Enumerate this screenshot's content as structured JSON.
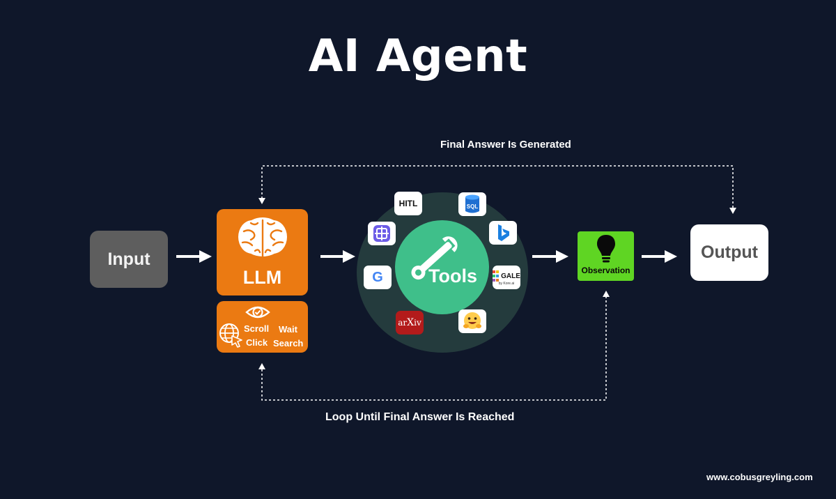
{
  "title": "AI Agent",
  "loop_top_label": "Final Answer Is Generated",
  "loop_bottom_label": "Loop Until Final Answer Is Reached",
  "input_label": "Input",
  "llm_label": "LLM",
  "actions": {
    "scroll": "Scroll",
    "wait": "Wait",
    "click": "Click",
    "search": "Search"
  },
  "tools": {
    "label": "Tools",
    "items": {
      "hitl": "HITL",
      "sql": "SQL",
      "gale": "GALE",
      "gale_sub": "by Kore.ai",
      "arxiv_a": "ar",
      "arxiv_x": "X",
      "arxiv_iv": "iv",
      "google": "G"
    }
  },
  "observation_label": "Observation",
  "output_label": "Output",
  "website": "www.cobusgreyling.com",
  "colors": {
    "background": "#0f172a",
    "llm": "#eb7a12",
    "tools_outer": "#243b3d",
    "tools_inner": "#3fbf8a",
    "observation": "#5fd523",
    "input": "#5e5e5e",
    "output": "#ffffff"
  }
}
